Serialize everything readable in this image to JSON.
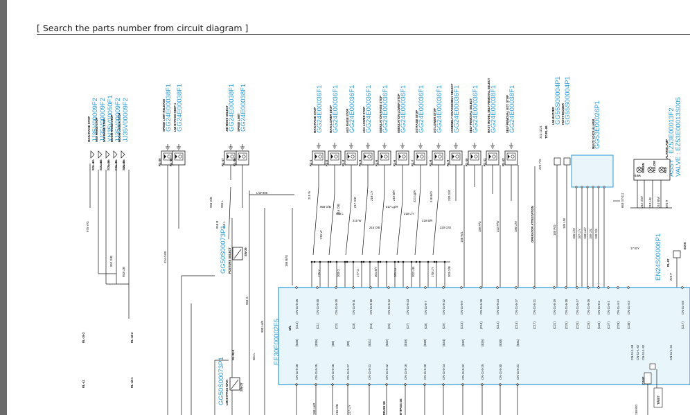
{
  "header": {
    "title": "[ Search the parts number from circuit diagram ]"
  },
  "group_left": {
    "part_numbers": [
      "JJ35V00009F2",
      "JJ35V00009F2",
      "YN35V00050F1",
      "JJ35V00009F2",
      "JJ35V00009F2"
    ],
    "labels": [
      "MAIN RAISE STOP",
      "AUX RAISE STOP",
      "2nd RAISE STOP",
      "BOOM RAISE STOP",
      "BOOM LOWER STOP"
    ],
    "connectors": [
      "SOL-37",
      "SOL-38",
      "SOL-16",
      "SOL-35",
      "SOL-36"
    ]
  },
  "group_speed": {
    "part_numbers": [
      "GG24E00038F1",
      "GG24E00038F1"
    ],
    "labels": [
      "SPEED LIMIT RELEASE",
      "LMI BYPASS KEEP 1"
    ],
    "connectors": [
      "RL-20",
      "RL-19"
    ]
  },
  "group_jib": {
    "part_numbers": [
      "GG24E00038F1",
      "GG24E00038F1"
    ],
    "labels": [
      "JIB MODE SELECT",
      "SPEED LIMIT"
    ],
    "connectors": [
      "RL-17",
      "RL-18"
    ]
  },
  "group_relays": {
    "part_numbers": [
      "GG24E00036F1",
      "GG24E00036F1",
      "GG24E00036F1",
      "GG24E00036F1",
      "GG24E00036F1",
      "GG24E00036F1",
      "GG24E00036F1",
      "GG24E00036F1",
      "GG24E00036F1",
      "GG24E00036F1",
      "GG24E00038F1",
      "GG24E00038F1"
    ],
    "labels": [
      "MAIN RAISE STOP",
      "MAIN LOWER STOP",
      "AUX RAISE STOP",
      "AUX LOWER STOP",
      "UNDULATION RAISE STOP",
      "UNDULATION LOWER STOP",
      "3rd RAISE STOP",
      "3rd LOWER STOP",
      "ASSEMBLY DISASSEMBLY SELECT",
      "SELF REMOVAL SELECT",
      "MAST MODEL SELF REMOVAL SELECT",
      "SELF REMOVAL EXT. STOP"
    ],
    "connectors": [
      "RL-1",
      "RL-2",
      "RL-3",
      "RL-4",
      "RL-5",
      "RL-6",
      "RL-7",
      "RL-8",
      "RL-9",
      "RL-10",
      "RL-11",
      "RL-12"
    ]
  },
  "group_buzzer": {
    "part_numbers": [
      "GG55S00004P1",
      "GG55S00004P1"
    ],
    "labels": [
      "LMI-BUZZER",
      "HOIST-BUZZER"
    ]
  },
  "alarm_box": {
    "part_number": "GG53E00026P1",
    "label": "MULTI VOICE ALARM"
  },
  "lamp": {
    "part_numbers": [
      "ASSY : EZ53E00013F2",
      "VALVE : EZ53E00013S005"
    ],
    "label": "OVER LOAD ALARM LAMP",
    "colors": [
      "GREEN",
      "YELLOW",
      "RED"
    ],
    "fuse": "0.5A"
  },
  "relay_block": {
    "part_number": "EN24S00008P1",
    "label": "RL-87"
  },
  "posture_switch": {
    "part_number": "GG50S00073P1",
    "label": "POSTURE SELECT",
    "connector": "SW-36"
  },
  "bypass_switch": {
    "part_number": "GG50S00073P1",
    "label": "LMI BYPASS MAIN",
    "connector": "SW-37"
  },
  "controller": {
    "part_number": "EE30E00002F5",
    "label": "M/L",
    "top_pins": [
      "CN-11-6-26",
      "CN-11-6-30",
      "CN-11-6-29",
      "CN-11-6-11",
      "CN-11-6-10",
      "CN-11-6-12",
      "CN-11-6-23",
      "CN-11-6-7",
      "CN-11-6-22",
      "CN-11-6-9",
      "CN-11-6-28",
      "CN-11-6-24",
      "CN-11-6-27",
      "CN-11-6-21",
      "CN-11-6-19",
      "CN-11-6-18",
      "CN-11-6-17",
      "CN-11-6-16",
      "CN-11-6-2",
      "CN-11-6-1",
      "CN-11-4-2",
      "CN-11-4-3",
      "CN-11-4-8"
    ],
    "top_codes": [
      "(C13)",
      "(C1)",
      "(C2)",
      "(C3)",
      "(C4)",
      "(C5)",
      "(C7)",
      "(C8)",
      "(C9)",
      "(C15)",
      "(C10)",
      "(C14)",
      "(C16)",
      "(C17)",
      "(C21)",
      "(C24)",
      "(C23)",
      "(C25)",
      "(C26)",
      "(C27)",
      "(C28)",
      "(C30)",
      "(C17)"
    ],
    "bottom_pins": [
      "CN-11-5-28",
      "CN-11-5-25",
      "CN-11-5-26",
      "CN-11-5-27",
      "CN-11-5-21",
      "CN-11-5-22",
      "CN-11-5-19",
      "CN-11-5-20",
      "CN-11-5-24",
      "CN-11-5-32",
      "CN-11-5-29",
      "CN-11-5-30",
      "CN-11-5-31"
    ],
    "bottom_codes": [
      "(B28)",
      "(B26)",
      "(B8)",
      "(B9)",
      "(B21)",
      "(B22)",
      "(B19)",
      "(B20)",
      "(B24)",
      "(B32)",
      "(B29)",
      "(B30)",
      "(B31)"
    ]
  },
  "wires": {
    "vertical": [
      "975 Y/G",
      "952 G/B",
      "953 L/B",
      "224 Gr/B",
      "958 G",
      "900 Lo/R",
      "501 L",
      "188 Br/G",
      "215 W",
      "216 O/B",
      "217 G/R",
      "218 B/O",
      "219 R/G",
      "220 G/B",
      "188 W/L",
      "189 P/G",
      "222 P/W",
      "186 L/W",
      "187 L/Y",
      "188 Lo/Y",
      "189 G/L",
      "190 O/L"
    ],
    "diagonal": [
      "958 G/B",
      "959 L",
      "215 W",
      "216 O/B",
      "217 Lg/R",
      "218 L/Y",
      "219 B/R",
      "220 G/O"
    ],
    "right": [
      "212 G/W",
      "213 L/B",
      "214 B/W",
      "870 R",
      "663 G/Y(1)",
      "17 B/Y"
    ]
  },
  "annotations": {
    "operator_attestation": "OPERATOR ATTESTATION",
    "to_rl": "TO RL-86",
    "ground_label": "EO B"
  }
}
